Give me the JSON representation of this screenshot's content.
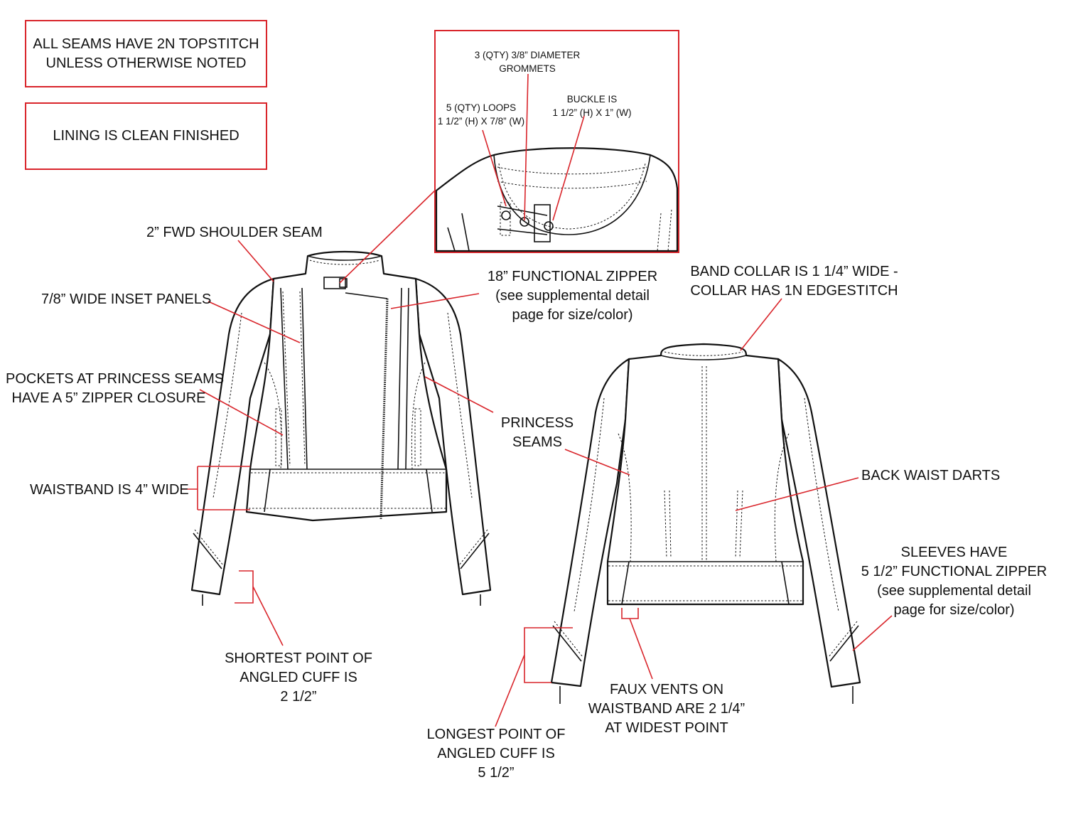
{
  "notes": {
    "topstitch": [
      "ALL SEAMS HAVE 2N TOPSTITCH",
      "UNLESS OTHERWISE NOTED"
    ],
    "lining": "LINING IS CLEAN FINISHED"
  },
  "detail": {
    "grommets": [
      "3 (QTY) 3/8” DIAMETER",
      "GROMMETS"
    ],
    "loops": [
      "5 (QTY) LOOPS",
      "1 1/2” (H) X 7/8” (W)"
    ],
    "buckle": [
      "BUCKLE IS",
      "1 1/2” (H) X 1” (W)"
    ]
  },
  "callouts": {
    "shoulder_seam": "2” FWD SHOULDER SEAM",
    "inset_panels": "7/8” WIDE INSET PANELS",
    "pockets": [
      "POCKETS AT PRINCESS SEAMS",
      "HAVE A 5” ZIPPER CLOSURE"
    ],
    "waistband": "WAISTBAND IS 4” WIDE",
    "short_cuff": [
      "SHORTEST POINT OF",
      "ANGLED CUFF IS",
      "2 1/2”"
    ],
    "zipper": [
      "18” FUNCTIONAL ZIPPER",
      "(see supplemental detail",
      "page for size/color)"
    ],
    "princess": [
      "PRINCESS",
      "SEAMS"
    ],
    "band_collar": [
      "BAND COLLAR IS 1 1/4” WIDE -",
      "COLLAR HAS 1N EDGESTITCH"
    ],
    "back_darts": "BACK WAIST DARTS",
    "sleeves": [
      "SLEEVES HAVE",
      "5 1/2” FUNCTIONAL ZIPPER",
      "(see supplemental detail",
      "page for size/color)"
    ],
    "faux_vents": [
      "FAUX VENTS ON",
      "WAISTBAND ARE 2 1/4”",
      "AT WIDEST POINT"
    ],
    "long_cuff": [
      "LONGEST POINT OF",
      "ANGLED CUFF IS",
      "5 1/2”"
    ]
  },
  "colors": {
    "callout": "#d9252b",
    "line": "#111111"
  }
}
